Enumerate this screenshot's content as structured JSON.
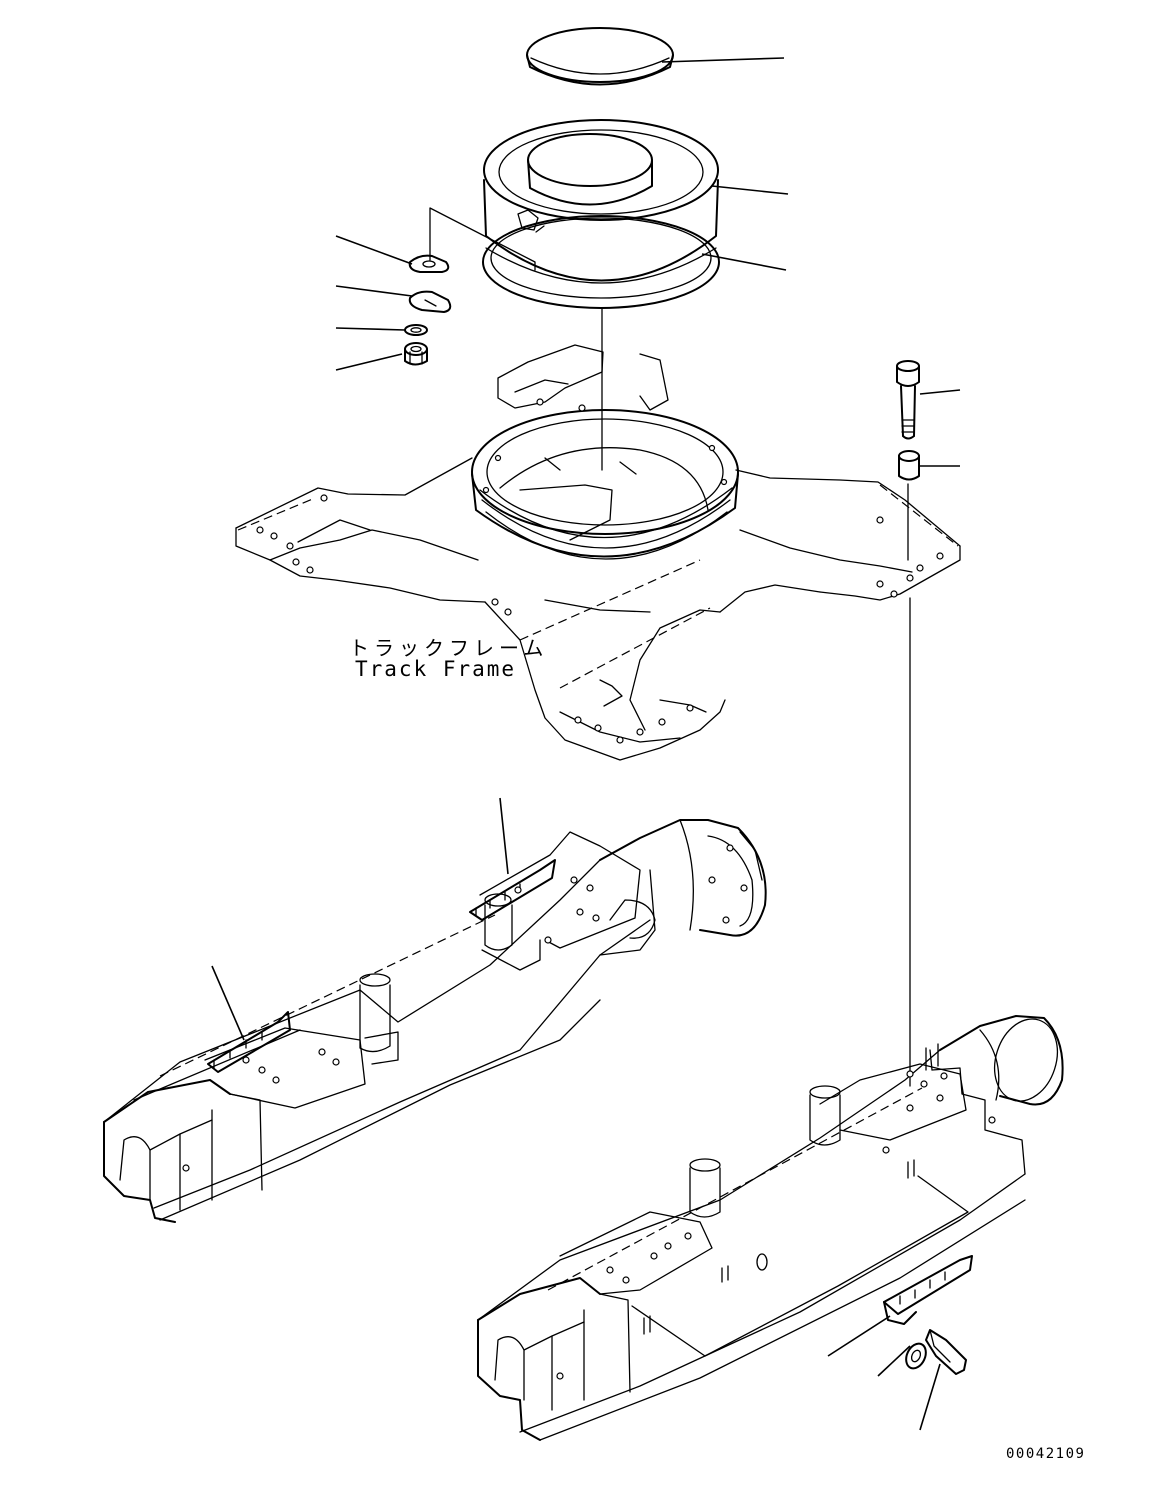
{
  "labels": {
    "track_frame_jp": "トラックフレーム",
    "track_frame_en": "Track Frame"
  },
  "document_code": "00042109",
  "colors": {
    "line": "#000000",
    "background": "#ffffff"
  }
}
